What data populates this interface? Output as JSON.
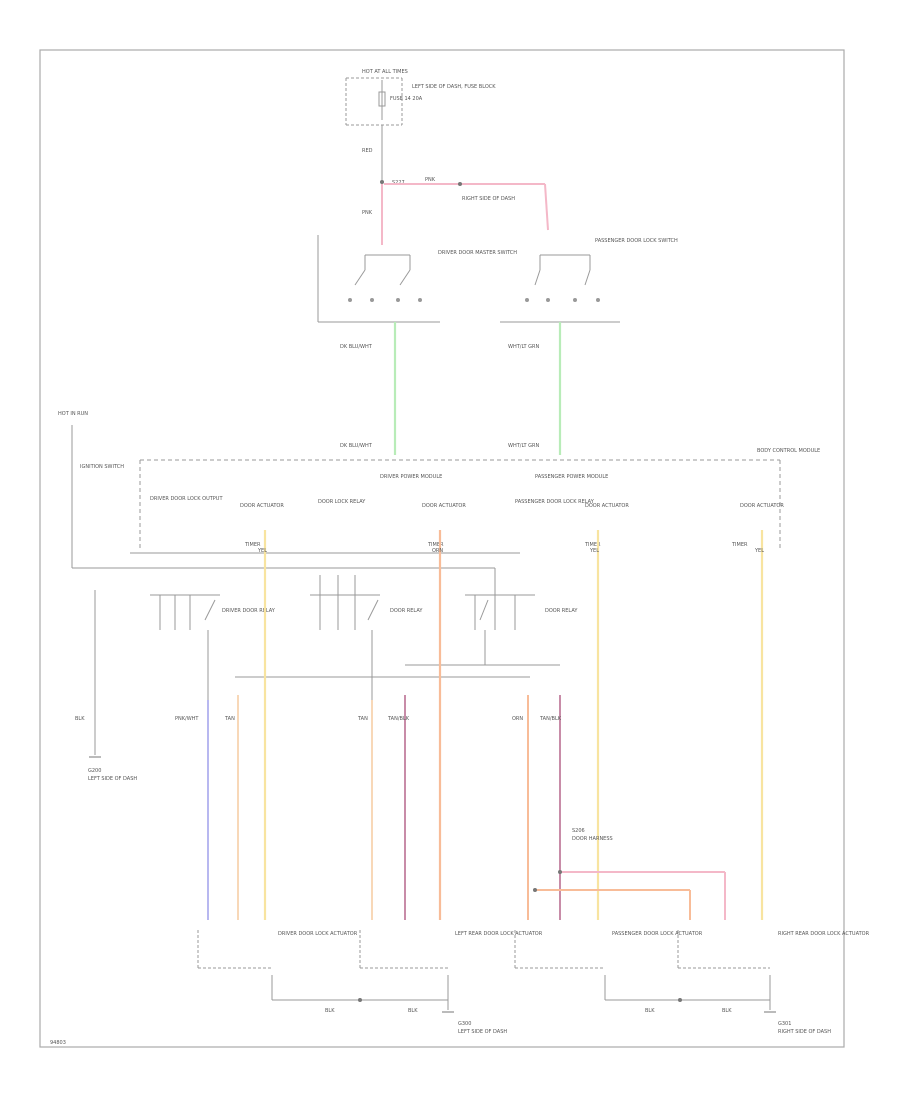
{
  "labels": {
    "hot_at_all_times": "HOT AT ALL TIMES",
    "top_fuse_block": "LEFT SIDE OF DASH, FUSE BLOCK",
    "fuse": "FUSE 14 20A",
    "wire_red": "RED",
    "wire_pnk": "PNK",
    "splice_top": "S227",
    "splice_top_note": "RIGHT SIDE OF DASH",
    "driver_master_switch": "DRIVER DOOR MASTER SWITCH",
    "passenger_switch": "PASSENGER DOOR LOCK SWITCH",
    "driver_circuit": "DK BLU/WHT",
    "passenger_circuit": "WHT/LT GRN",
    "hot_in_run": "HOT IN RUN",
    "ignition_switch": "IGNITION SWITCH",
    "driver_module": "DRIVER POWER MODULE",
    "passenger_module": "PASSENGER POWER MODULE",
    "body_control": "BODY CONTROL MODULE",
    "driver_lock_output": "DRIVER DOOR LOCK OUTPUT",
    "door_lock_relay": "DOOR LOCK RELAY",
    "door_actuator": "DOOR ACTUATOR",
    "passenger_lock_relay": "PASSENGER DOOR LOCK RELAY",
    "timer": "TIMER",
    "driver_door_relay": "DRIVER DOOR RELAY",
    "door_relay_2": "DOOR RELAY",
    "door_relay_3": "DOOR RELAY",
    "ground": "G200",
    "ground_note": "LEFT SIDE OF DASH",
    "blk": "BLK",
    "pnk_wht": "PNK/WHT",
    "orn": "ORN",
    "tan": "TAN",
    "tan_blk": "TAN/BLK",
    "yel": "YEL",
    "splice_mid": "S206",
    "splice_mid_note": "DOOR HARNESS",
    "lf_actuator": "DRIVER DOOR LOCK ACTUATOR",
    "lr_actuator": "LEFT REAR DOOR LOCK ACTUATOR",
    "rf_actuator": "PASSENGER DOOR LOCK ACTUATOR",
    "rr_actuator": "RIGHT REAR DOOR LOCK ACTUATOR",
    "ground_lr": "G300",
    "ground_lr_note": "LEFT SIDE OF DASH",
    "ground_rr": "G301",
    "ground_rr_note": "RIGHT SIDE OF DASH",
    "page_id": "94803"
  },
  "colors": {
    "frame": "#aaaaaa",
    "wire_black": "#999999",
    "wire_pink": "#f4b8c8",
    "wire_green": "#b8ecb8",
    "wire_yellow": "#f8e4a0",
    "wire_orange": "#f8bc98",
    "wire_tan": "#f8d8b8",
    "wire_purple": "#c88ca8",
    "wire_blue": "#b8b8f0",
    "text": "#555555"
  }
}
